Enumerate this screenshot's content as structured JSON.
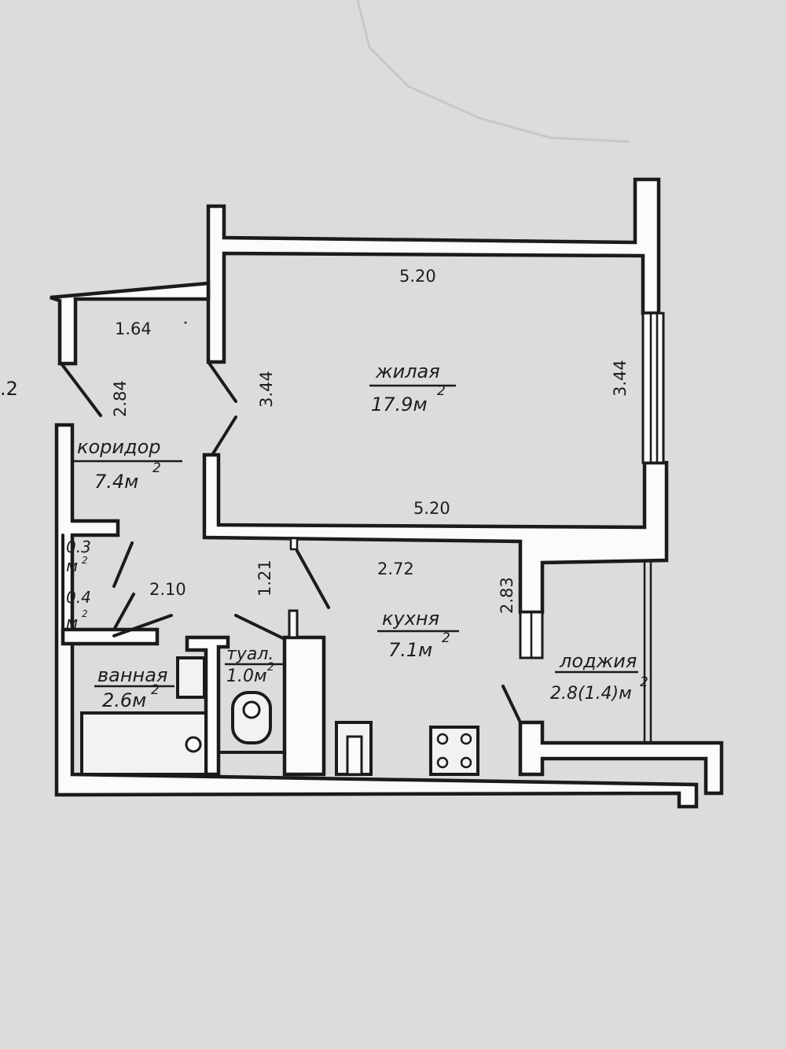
{
  "rooms": {
    "living": {
      "name": "жилая",
      "area_value": "17.9м",
      "area_sup": "2"
    },
    "corridor": {
      "name": "коридор",
      "area_value": "7.4м",
      "area_sup": "2"
    },
    "kitchen": {
      "name": "кухня",
      "area_value": "7.1м",
      "area_sup": "2"
    },
    "bathroom": {
      "name": "ванная",
      "area_value": "2.6м",
      "area_sup": "2"
    },
    "toilet": {
      "name": "туал.",
      "area_value": "1.0м",
      "area_sup": "2"
    },
    "loggia": {
      "name": "лоджия",
      "area_value": "2.8(1.4)м",
      "area_sup": "2"
    },
    "closet_1": {
      "value": "0.3",
      "unit": "м",
      "sup": "2"
    },
    "closet_2": {
      "value": "0.4",
      "unit": "м",
      "sup": "2"
    }
  },
  "dimensions": {
    "living_top": "5.20",
    "living_bottom": "5.20",
    "living_left": "3.44",
    "living_right": "3.44",
    "entry_width": "1.64",
    "entry_depth": "2.84",
    "kitchen_width": "2.72",
    "kitchen_depth": "2.83",
    "bath_width": "2.10",
    "bath_depth": "1.21"
  },
  "edge_fragment": ".2"
}
